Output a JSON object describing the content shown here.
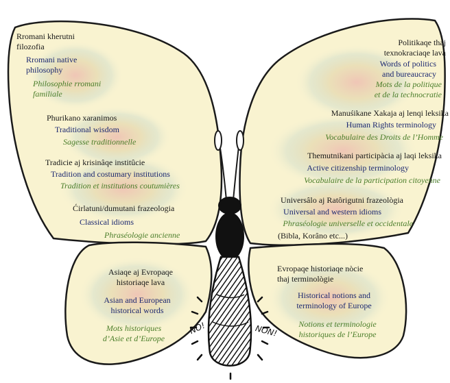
{
  "colors": {
    "wing_fill": "#f9f3d0",
    "wing_stroke": "#1a1a1a",
    "romani_text": "#1d1d3a",
    "english_text": "#1c2870",
    "french_text": "#4a7d2a",
    "body_fill": "#1a1a1a"
  },
  "wings": {
    "top_left": {
      "groups": [
        {
          "romani": [
            "Rromani kherutni",
            "filozofia"
          ],
          "english": [
            "Rromani native",
            "philosophy"
          ],
          "french": [
            "Philosophie rromani",
            "familiale"
          ]
        },
        {
          "romani": [
            "Phurikano xaranimos"
          ],
          "english": [
            "Traditional wisdom"
          ],
          "french": [
            "Sagesse traditionnelle"
          ]
        },
        {
          "romani": [
            "Tradicie aj krisinâqe institûcie"
          ],
          "english": [
            "Tradition and costumary institutions"
          ],
          "french": [
            "Tradition et institutions coutumières"
          ]
        },
        {
          "romani": [
            "Ćirlatuni/dumutani frazeologia"
          ],
          "english": [
            "Classical idioms"
          ],
          "french": [
            "Phraséologie ancienne"
          ]
        }
      ]
    },
    "top_right": {
      "groups": [
        {
          "romani": [
            "Politikaqe thaj",
            "texnokraciaqe lava"
          ],
          "english": [
            "Words of politics",
            "and bureaucracy"
          ],
          "french": [
            "Mots de la politique",
            "et de la technocratie"
          ]
        },
        {
          "romani": [
            "Manuśikane Xakaja aj lenqi leksika"
          ],
          "english": [
            "Human Rights terminology"
          ],
          "french": [
            "Vocabulaire des Droits de l’Homme"
          ]
        },
        {
          "romani": [
            "Themutnikani participàcia aj laqi leksika"
          ],
          "english": [
            "Active citizenship terminology"
          ],
          "french": [
            "Vocabulaire de la participation citoyenne"
          ]
        },
        {
          "romani": [
            "Universâlo aj Ratôrigutni frazeològia"
          ],
          "english": [
            "Universal and western idioms"
          ],
          "french": [
            "Phraséologie universelle et occidentale"
          ],
          "extra": "(Bibla, Korâno etc...)"
        }
      ]
    },
    "bottom_left": {
      "romani": [
        "Asiaqe aj Evropaqe",
        "historiaqe lava"
      ],
      "english": [
        "Asian and European",
        "historical words"
      ],
      "french": [
        "Mots historiques",
        "d’Asie et d’Europe"
      ]
    },
    "bottom_right": {
      "romani": [
        "Evropaqe historiaqe nòcie",
        "thaj terminològie"
      ],
      "english": [
        "Historical notions and",
        "terminology of Europe"
      ],
      "french": [
        "Notions et terminologie",
        "historiques de l’Europe"
      ]
    }
  },
  "handwriting": {
    "left": "NO!",
    "right": "NON!"
  }
}
